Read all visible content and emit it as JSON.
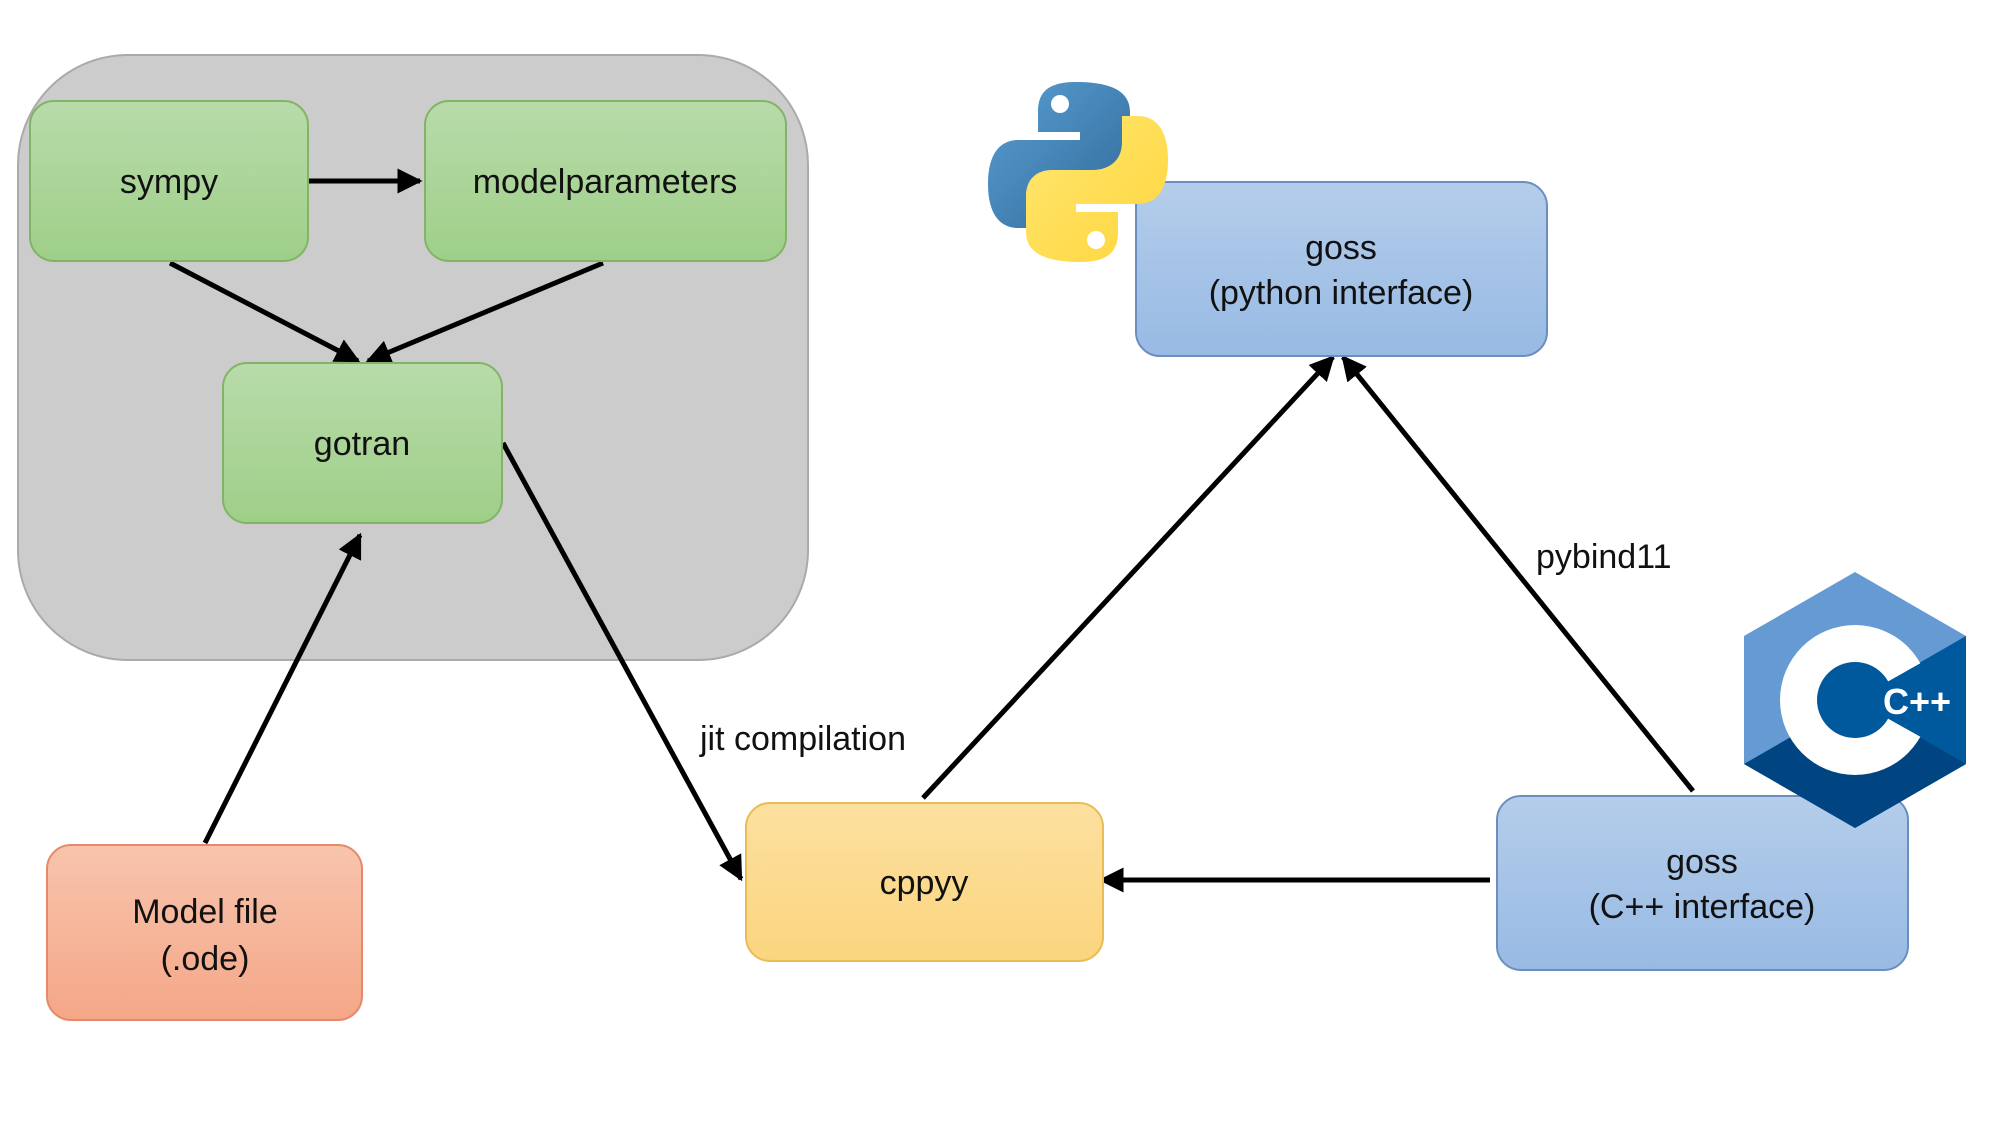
{
  "diagram": {
    "group": {
      "name": "gotran-toolchain-group",
      "fill": "#cccccc",
      "stroke": "#aaaaaa"
    },
    "nodes": {
      "sympy": {
        "label": "sympy",
        "fill_top": "#b8dbaa",
        "fill_bottom": "#9ecf88",
        "stroke": "#82b366"
      },
      "modelparameters": {
        "label": "modelparameters",
        "fill_top": "#b8dbaa",
        "fill_bottom": "#9ecf88",
        "stroke": "#82b366"
      },
      "gotran": {
        "label": "gotran",
        "fill_top": "#b8dbaa",
        "fill_bottom": "#9ecf88",
        "stroke": "#82b366"
      },
      "model_file": {
        "line1": "Model file",
        "line2": "(.ode)",
        "fill_top": "#f8c4ad",
        "fill_bottom": "#f4a787",
        "stroke": "#e6896a"
      },
      "cppyy": {
        "label": "cppyy",
        "fill_top": "#fde0a0",
        "fill_bottom": "#fbd57e",
        "stroke": "#e8bd55"
      },
      "goss_python": {
        "line1": "goss",
        "line2": "(python interface)",
        "fill_top": "#b4cdea",
        "fill_bottom": "#98bae4",
        "stroke": "#6c8ebf"
      },
      "goss_cpp": {
        "line1": "goss",
        "line2": "(C++ interface)",
        "fill_top": "#b4cdea",
        "fill_bottom": "#98bae4",
        "stroke": "#6c8ebf"
      }
    },
    "edges": [
      {
        "from": "sympy",
        "to": "modelparameters"
      },
      {
        "from": "sympy",
        "to": "gotran"
      },
      {
        "from": "modelparameters",
        "to": "gotran"
      },
      {
        "from": "model_file",
        "to": "gotran"
      },
      {
        "from": "gotran",
        "to": "cppyy",
        "label": "jit compilation"
      },
      {
        "from": "cppyy",
        "to": "goss_python"
      },
      {
        "from": "goss_cpp",
        "to": "goss_python",
        "label": "pybind11"
      },
      {
        "from": "goss_cpp",
        "to": "cppyy"
      }
    ],
    "edge_labels": {
      "jit": "jit compilation",
      "pybind": "pybind11"
    },
    "logos": {
      "python": {
        "icon": "python-logo-icon",
        "blue": "#3b75a8",
        "yellow": "#ffd342"
      },
      "cpp": {
        "icon": "cpp-logo-icon",
        "text": "C++",
        "light": "#659ad2",
        "mid": "#00599c",
        "dark": "#004482"
      }
    }
  }
}
